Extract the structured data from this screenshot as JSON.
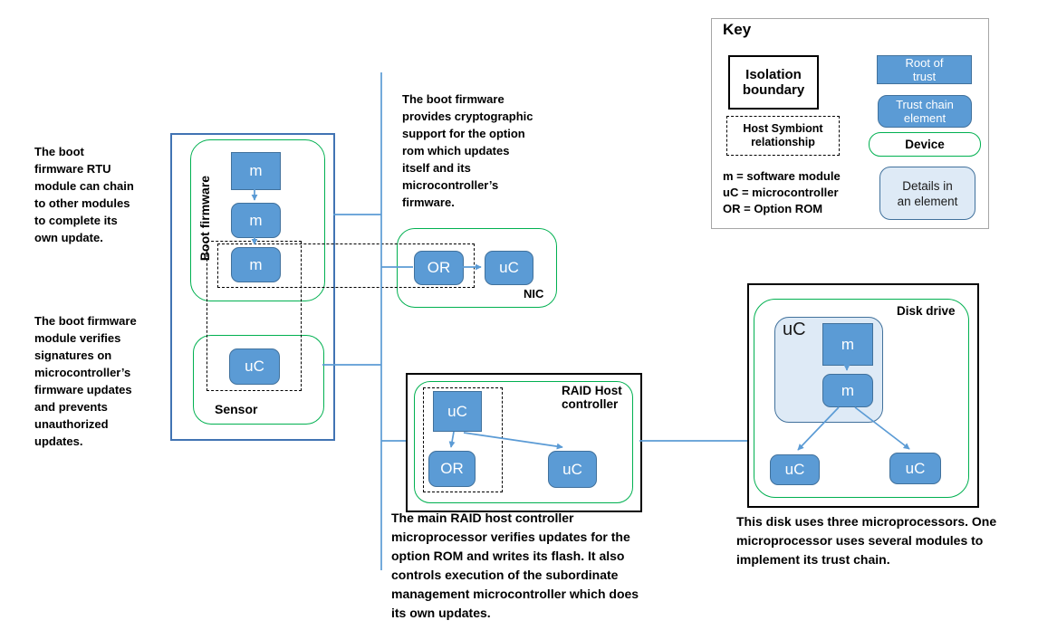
{
  "annotations": {
    "left_top": "The boot\nfirmware RTU\nmodule can chain\nto other modules\nto complete its\nown update.",
    "left_bottom": "The boot firmware\nmodule verifies\nsignatures on\nmicrocontroller’s\nfirmware updates\nand prevents\nunauthorized\nupdates.",
    "nic": "The boot firmware\nprovides cryptographic\nsupport for the option\nrom which updates\nitself and its\nmicrocontroller’s\nfirmware.",
    "raid": "The main RAID host controller\nmicroprocessor verifies updates for the\noption ROM and writes its flash. It also\ncontrols execution of the subordinate\nmanagement microcontroller which does\nits own updates.",
    "disk": "This disk uses three microprocessors. One\nmicroprocessor uses several modules to\nimplement its trust chain."
  },
  "devices": {
    "boot_firmware": {
      "label": "Boot firmware",
      "m1": "m",
      "m2": "m",
      "m3": "m"
    },
    "sensor": {
      "label": "Sensor",
      "uc": "uC"
    },
    "nic": {
      "label": "NIC",
      "or": "OR",
      "uc": "uC"
    },
    "raid": {
      "label": "RAID Host\ncontroller",
      "uc1": "uC",
      "or": "OR",
      "uc2": "uC"
    },
    "disk": {
      "label": "Disk drive",
      "details_uc": "uC",
      "m1": "m",
      "m2": "m",
      "uc_left": "uC",
      "uc_right": "uC"
    }
  },
  "key": {
    "title": "Key",
    "isolation": "Isolation\nboundary",
    "host_symbiont": "Host Symbiont\nrelationship",
    "def_m": "m = software module",
    "def_uc": "uC = microcontroller",
    "def_or": "OR = Option ROM",
    "root_of_trust": "Root of\ntrust",
    "trust_chain": "Trust chain\nelement",
    "device": "Device",
    "details": "Details in\nan element"
  },
  "colors": {
    "module_fill": "#5B9BD5",
    "module_border": "#41719C",
    "device_green": "#00B050",
    "details_fill": "#DEEAF6",
    "connector_blue": "#5B9BD5",
    "boundary_blue": "#4173b3",
    "key_border_gray": "#A6A6A6"
  }
}
